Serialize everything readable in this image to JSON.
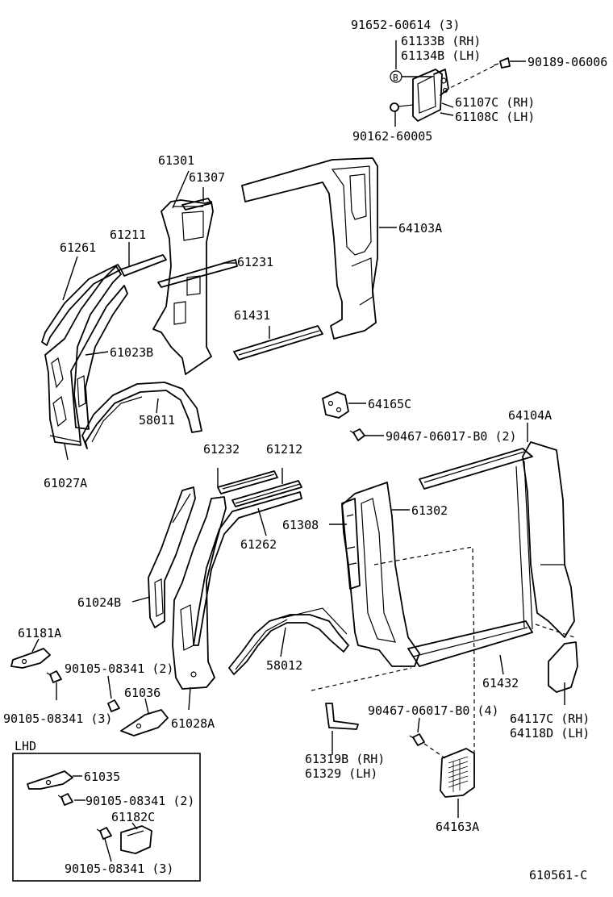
{
  "diagram": {
    "labels": {
      "p91652": "91652-60614 (3)",
      "p61133B": "61133B (RH)",
      "p61134B": "61134B (LH)",
      "b_circle": "B",
      "p90189": "90189-06006",
      "p61107C": "61107C (RH)",
      "p61108C": "61108C (LH)",
      "p90162": "90162-60005",
      "p61301": "61301",
      "p61307": "61307",
      "p64103A": "64103A",
      "p61261": "61261",
      "p61211": "61211",
      "p61231": "61231",
      "p61431": "61431",
      "p61023B": "61023B",
      "p58011": "58011",
      "p61027A": "61027A",
      "p64165C": "64165C",
      "p90467a": "90467-06017-B0 (2)",
      "p64104A": "64104A",
      "p61232": "61232",
      "p61212": "61212",
      "p61302": "61302",
      "p61308": "61308",
      "p61262": "61262",
      "p61024B": "61024B",
      "p61181A": "61181A",
      "p58012": "58012",
      "p61432": "61432",
      "p90105a": "90105-08341 (2)",
      "p61036": "61036",
      "p90105b": "90105-08341 (3)",
      "p61028A": "61028A",
      "p90467b": "90467-06017-B0 (4)",
      "p64117C": "64117C (RH)",
      "p64118D": "64118D (LH)",
      "lhd": "LHD",
      "p61035": "61035",
      "p90105c": "90105-08341 (2)",
      "p61182C": "61182C",
      "p90105d": "90105-08341 (3)",
      "p61319B": "61319B (RH)",
      "p61329": "61329   (LH)",
      "p64163A": "64163A",
      "ref": "610561-C"
    }
  }
}
